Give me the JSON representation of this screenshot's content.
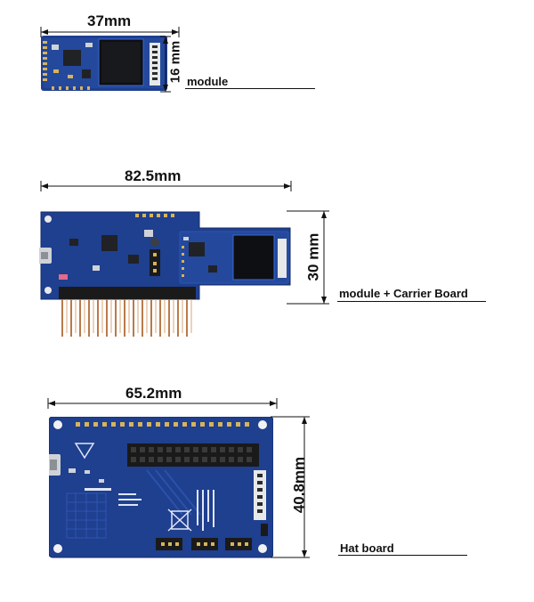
{
  "colors": {
    "pcb": "#1f3f8f",
    "pcb_dark": "#142c6a",
    "pcb_edge": "#2d56b3",
    "gold": "#d7b45a",
    "silver": "#cfd3d8",
    "chip": "#202226",
    "header_black": "#1a1a1a",
    "pin_copper": "#b87a4b"
  },
  "module": {
    "width_label": "37mm",
    "height_label": "16 mm",
    "caption": "module"
  },
  "carrier": {
    "width_label": "82.5mm",
    "height_label": "30 mm",
    "caption": "module + Carrier Board"
  },
  "hat": {
    "width_label": "65.2mm",
    "height_label": "40.8mm",
    "caption": "Hat board"
  }
}
